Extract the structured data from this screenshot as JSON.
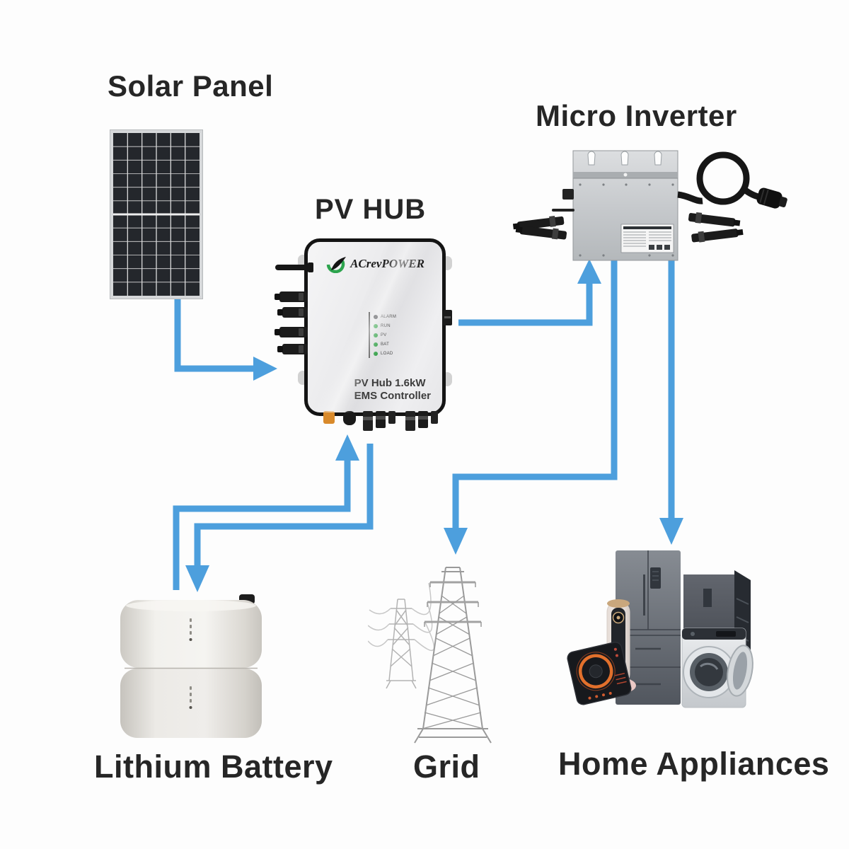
{
  "page_title": "Solar PV Hub energy system diagram",
  "colors": {
    "background": "#fdfdfd",
    "arrow_blue": "#4D9FDD",
    "label_text": "#262626",
    "logo_green": "#2da44e",
    "panel_cell": "#24272c"
  },
  "nodes": {
    "solar_panel": {
      "label": "Solar Panel"
    },
    "pv_hub": {
      "label": "PV HUB",
      "brand": "ACrevPOWER",
      "model_line1": "PV Hub 1.6kW",
      "model_line2": "EMS Controller",
      "leds": [
        "ALARM",
        "RUN",
        "PV",
        "BAT",
        "LOAD"
      ]
    },
    "micro_inverter": {
      "label": "Micro Inverter"
    },
    "lithium_battery": {
      "label": "Lithium Battery"
    },
    "grid": {
      "label": "Grid"
    },
    "home_appliances": {
      "label": "Home Appliances"
    }
  },
  "edges": [
    {
      "from": "solar_panel",
      "to": "pv_hub"
    },
    {
      "from": "pv_hub",
      "to": "micro_inverter"
    },
    {
      "from": "lithium_battery",
      "to": "pv_hub"
    },
    {
      "from": "pv_hub",
      "to": "lithium_battery"
    },
    {
      "from": "micro_inverter",
      "to": "grid"
    },
    {
      "from": "micro_inverter",
      "to": "home_appliances"
    }
  ]
}
